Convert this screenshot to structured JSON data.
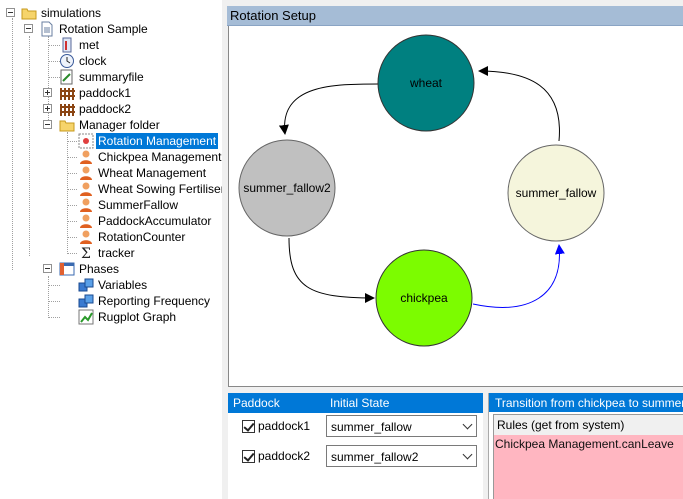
{
  "tree": {
    "nodes": [
      {
        "label": "simulations",
        "icon": "folder-icon"
      },
      {
        "label": "Rotation Sample",
        "icon": "document-icon"
      },
      {
        "label": "met",
        "icon": "weather-file-icon"
      },
      {
        "label": "clock",
        "icon": "clock-icon"
      },
      {
        "label": "summaryfile",
        "icon": "summary-file-icon"
      },
      {
        "label": "paddock1",
        "icon": "paddock-fence-icon"
      },
      {
        "label": "paddock2",
        "icon": "paddock-fence-icon"
      },
      {
        "label": "Manager folder",
        "icon": "folder-icon"
      },
      {
        "label": "Rotation Management",
        "icon": "rotation-manager-icon"
      },
      {
        "label": "Chickpea Management",
        "icon": "manager-person-icon"
      },
      {
        "label": "Wheat Management",
        "icon": "manager-person-icon"
      },
      {
        "label": "Wheat Sowing Fertiliser",
        "icon": "manager-person-icon"
      },
      {
        "label": "SummerFallow",
        "icon": "manager-person-icon"
      },
      {
        "label": "PaddockAccumulator",
        "icon": "manager-person-icon"
      },
      {
        "label": "RotationCounter",
        "icon": "manager-person-icon"
      },
      {
        "label": "tracker",
        "icon": "sigma-icon"
      },
      {
        "label": "Phases",
        "icon": "phases-icon"
      },
      {
        "label": "Variables",
        "icon": "variables-icon"
      },
      {
        "label": "Reporting Frequency",
        "icon": "variables-icon"
      },
      {
        "label": "Rugplot Graph",
        "icon": "graph-icon"
      }
    ]
  },
  "rotation": {
    "title": "Rotation Setup",
    "nodes": [
      {
        "label": "wheat",
        "color": "#008080"
      },
      {
        "label": "summer_fallow2",
        "color": "#c0c0c0"
      },
      {
        "label": "chickpea",
        "color": "#7cfc00"
      },
      {
        "label": "summer_fallow",
        "color": "#f5f5dc"
      }
    ],
    "arc_colors": {
      "default": "#000000",
      "selected": "#0000ff"
    }
  },
  "paddock_grid": {
    "col_paddock": "Paddock",
    "col_initial_state": "Initial State",
    "rows": [
      {
        "checked": true,
        "paddock": "paddock1",
        "initial_state": "summer_fallow"
      },
      {
        "checked": true,
        "paddock": "paddock2",
        "initial_state": "summer_fallow2"
      }
    ]
  },
  "transition": {
    "title": "Transition from chickpea to summer_fallow",
    "rules_label": "Rules (get from system)",
    "rules_text": "Chickpea Management.canLeave"
  },
  "colors": {
    "accent": "#0078d7",
    "header": "#a5bcd6",
    "rules_bg": "#ffb6c1"
  }
}
